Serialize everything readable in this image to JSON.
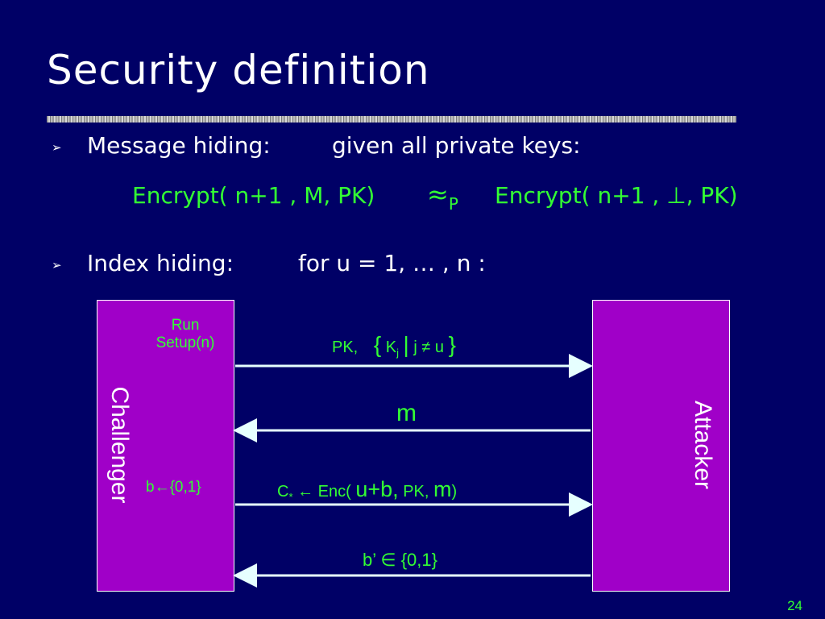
{
  "title": "Security definition",
  "bullets": [
    {
      "label": "Message hiding:",
      "text": "given all private keys:",
      "formula_left": "Encrypt( n+1 , M, PK)",
      "approx_symbol": "≈",
      "approx_subscript": "P",
      "formula_right": "Encrypt( n+1 , ⊥, PK)"
    },
    {
      "label": "Index hiding:",
      "text": "for  u =  1, … , n :"
    }
  ],
  "diagram": {
    "challenger_label": "Challenger",
    "attacker_label": "Attacker",
    "run_setup_label": "Run",
    "run_setup_label2": "Setup(n)",
    "choose_bit_label": "b←{0,1}",
    "messages": [
      {
        "direction": "right",
        "pre": "PK,",
        "brace_open": "{",
        "k": "K",
        "sub": "j",
        "bar": "|",
        "cond": "j ≠ u",
        "brace_close": "}"
      },
      {
        "direction": "left",
        "text": "m"
      },
      {
        "direction": "right",
        "c": "C",
        "star": "*",
        "arrow": "←",
        "enc": "Enc(",
        "big1": "u+b,",
        "pk": "PK,",
        "big2": "m",
        "close": ")"
      },
      {
        "direction": "left",
        "text": "b’ ∈ {0,1}"
      }
    ]
  },
  "page_number": "24",
  "colors": {
    "background": "#000066",
    "title": "#ffffff",
    "accent_green": "#33ff33",
    "box_fill": "#a000c8",
    "arrow": "#e6ffff"
  }
}
